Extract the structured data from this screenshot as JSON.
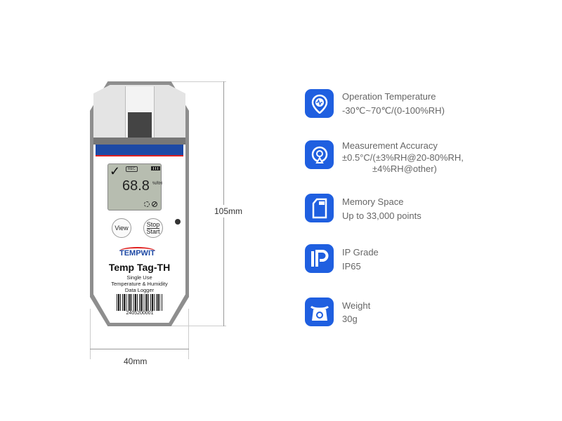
{
  "dimensions": {
    "height": "105mm",
    "width": "40mm"
  },
  "device": {
    "lcd_value": "68.8",
    "lcd_unit": "%RH",
    "lcd_rec": "REC",
    "view_button": "View",
    "stop_label": "Stop",
    "start_label": "Start",
    "brand": "TEMPWIT",
    "model": "Temp Tag-TH",
    "desc_lines": [
      "Single Use",
      "Temperature & Humidity",
      "Data Logger"
    ],
    "serial": "2405200001"
  },
  "specs": [
    {
      "icon": "location-pulse-icon",
      "title": "Operation Temperature",
      "value": "-30℃~70℃/(0-100%RH)"
    },
    {
      "icon": "target-icon",
      "title": "Measurement Accuracy",
      "value": "±0.5°C/(±3%RH@20-80%RH,",
      "value2": "±4%RH@other)"
    },
    {
      "icon": "memory-card-icon",
      "title": "Memory Space",
      "value": "Up to 33,000 points"
    },
    {
      "icon": "ip-icon",
      "title": "IP Grade",
      "value": "IP65"
    },
    {
      "icon": "scale-icon",
      "title": "Weight",
      "value": "30g"
    }
  ],
  "colors": {
    "accent": "#1f5fe0",
    "band": "#1d49a5",
    "red": "#e0201f"
  }
}
